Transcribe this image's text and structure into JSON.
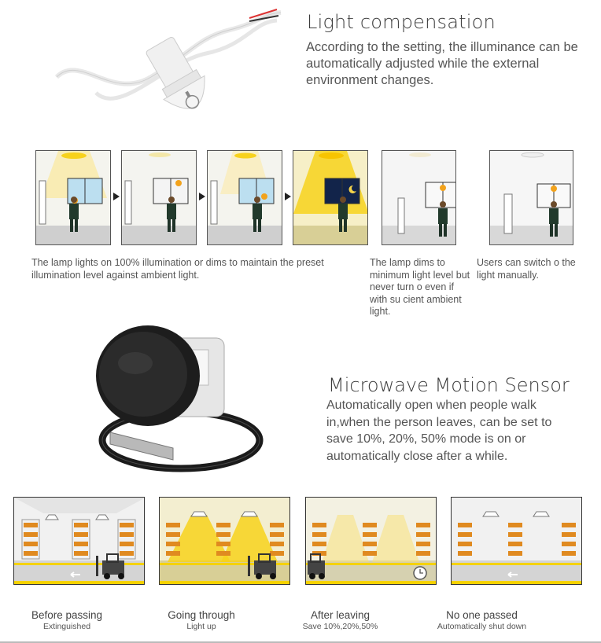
{
  "light_compensation": {
    "title": "Light compensation",
    "description": "According to the setting, the  illuminance can be automatically adjusted while the external environment changes."
  },
  "room_captions": {
    "caption_1": "The lamp lights on 100% illumination or dims to maintain the preset illumination level against ambient light.",
    "caption_2": "The lamp dims to minimum light level but never turn o even if with su cient ambient light.",
    "caption_3": "Users can switch o the light manually."
  },
  "microwave_sensor": {
    "title": "Microwave Motion Sensor",
    "description": "Automatically open when people walk in,when the person leaves, can be set to save 10%, 20%, 50% mode is on or automatically close after a while."
  },
  "warehouse_captions": [
    {
      "main": "Before passing",
      "sub": "Extinguished"
    },
    {
      "main": "Going through",
      "sub": "Light up"
    },
    {
      "main": "After leaving",
      "sub": "Save 10%,20%,50%"
    },
    {
      "main": "No one passed",
      "sub": "Automatically shut down"
    }
  ],
  "colors": {
    "lamp_yellow": "#f7d21c",
    "floor_stripe": "#f5d200",
    "text_gray": "#555555"
  }
}
